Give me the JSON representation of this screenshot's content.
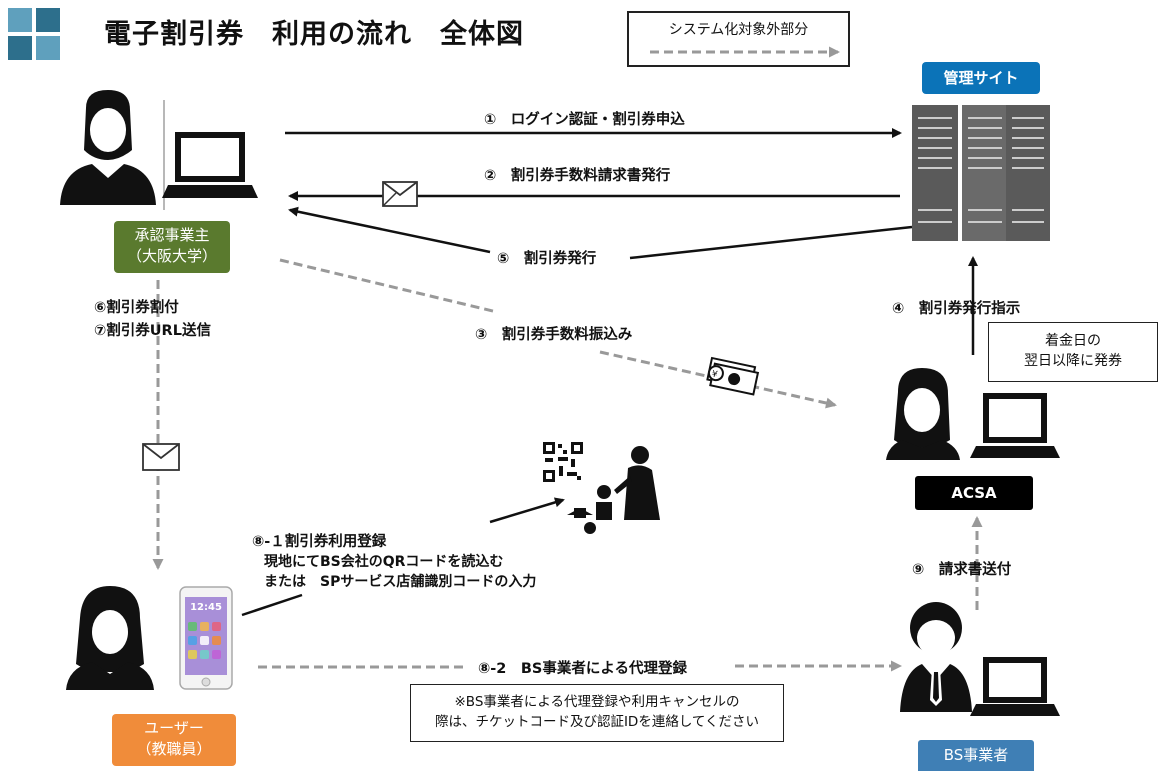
{
  "title": "電子割引券　利用の流れ　全体図",
  "legend": {
    "label": "システム化対象外部分"
  },
  "colors": {
    "approver": "#5a7a2e",
    "user": "#f08c3a",
    "site": "#0b73b8",
    "acsa": "#000000",
    "bs": "#3f7fb5",
    "accent_tiles": "#2d6f8c"
  },
  "actors": {
    "approver": {
      "line1": "承認事業主",
      "line2": "（大阪大学）"
    },
    "user": {
      "line1": "ユーザー",
      "line2": "（教職員）"
    },
    "site": {
      "label": "管理サイト"
    },
    "acsa": {
      "label": "ACSA"
    },
    "bs": {
      "label": "BS事業者"
    }
  },
  "steps": {
    "s1": "①　ログイン認証・割引券申込",
    "s2": "②　割引券手数料請求書発行",
    "s3": "③　割引券手数料振込み",
    "s4": "④　割引券発行指示",
    "s5": "⑤　割引券発行",
    "s6": "⑥割引券割付",
    "s7": "⑦割引券URL送信",
    "s8_1a": "⑧-１割引券利用登録",
    "s8_1b": "現地にてBS会社のQRコードを読込む",
    "s8_1c": "または　SPサービス店舗識別コードの入力",
    "s8_2": "⑧-2　BS事業者による代理登録",
    "s9": "⑨　請求書送付"
  },
  "notes": {
    "payment_line1": "着金日の",
    "payment_line2": "翌日以降に発券",
    "proxy_line1": "※BS事業者による代理登録や利用キャンセルの",
    "proxy_line2": "際は、チケットコード及び認証IDを連絡してください"
  },
  "phone": {
    "time": "12:45"
  }
}
